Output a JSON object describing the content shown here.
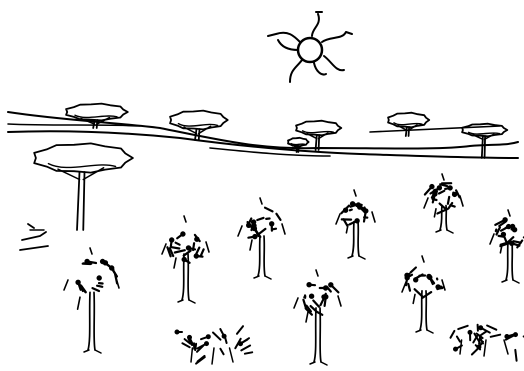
{
  "colors": {
    "background": "#ffffff",
    "ink": "#000000"
  },
  "scene": {
    "sun": {
      "icon": "sun-icon"
    },
    "umbrella_trees_count": 7,
    "palm_trees_count": 8,
    "shrubs_count": 2
  }
}
